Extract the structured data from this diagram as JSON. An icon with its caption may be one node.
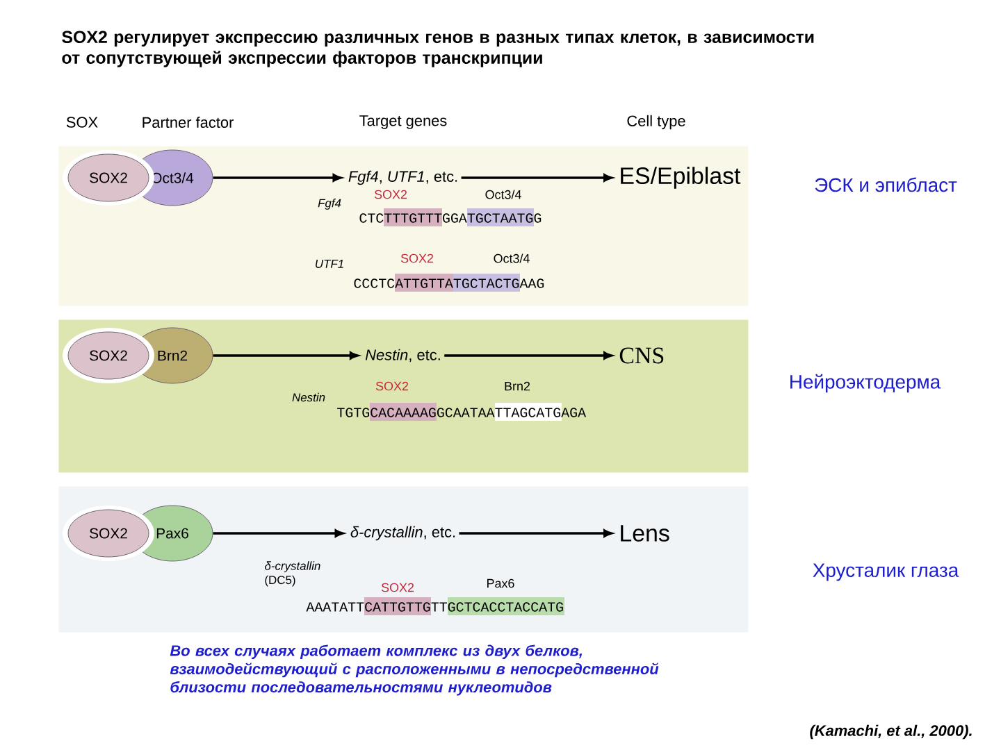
{
  "diagram": {
    "title": "SOX2 регулирует экспрессию различных генов в разных типах клеток, в зависимости от сопутствующей экспрессии факторов транскрипции",
    "caption": "Во всех случаях работает комплекс из двух белков, взаимодействующий с расположенными в непосредственной близости последовательностями нуклеотидов",
    "nodes": [
      {
        "text": [],
        "shape": "box"
      },
      {
        "text": [
          "SOX2"
        ],
        "in": 0
      },
      {
        "text": [
          "Oct3/4"
        ],
        "in": 0
      },
      {
        "text": [
          "*Fgf4*, *UTF1*, etc."
        ],
        "in": 0
      },
      {
        "text": [
          "ES/Epiblast"
        ],
        "in": 0
      },
      {
        "text": [],
        "shape": "box"
      },
      {
        "text": [
          "SOX2"
        ],
        "in": 5
      },
      {
        "text": [
          "Brn2"
        ],
        "in": 5
      },
      {
        "text": [
          "*Nestin*, etc."
        ],
        "in": 5
      },
      {
        "text": [
          "CNS"
        ],
        "in": 5
      },
      {
        "text": [],
        "shape": "box"
      },
      {
        "text": [
          "SOX2"
        ],
        "in": 10
      },
      {
        "text": [
          "Pax6"
        ],
        "in": 10
      },
      {
        "text": [
          "*δ-crystallin*, etc."
        ],
        "in": 10
      },
      {
        "text": [
          "Lens"
        ],
        "in": 10
      }
    ],
    "edges": [
      {
        "from": 2,
        "to": 3,
        "arrow": "to"
      },
      {
        "from": 3,
        "to": 4,
        "arrow": "to"
      },
      {
        "from": 7,
        "to": 8,
        "arrow": "to"
      },
      {
        "from": 8,
        "to": 9,
        "arrow": "to"
      },
      {
        "from": 12,
        "to": 13,
        "arrow": "to"
      },
      {
        "from": 13,
        "to": 14,
        "arrow": "to"
      }
    ],
    "labels": [
      "SOX",
      "Partner factor",
      "Target genes",
      "Cell type",
      "Fgf4",
      "SOX2",
      "Oct3/4",
      "CTCTTTGTTTGGATGCTAATGG",
      "UTF1",
      "SOX2",
      "Oct3/4",
      "CCCTCATTGTTATGCTACTGAAG",
      "ЭСК и эпибласт",
      "SOX2",
      "Brn2",
      "Nestin",
      "TGTGCACAAAAGGCAATAATTAGCATGAGA",
      "Нейроэктодерма",
      "*δ-crystallin* (DC5)",
      "SOX2",
      "Pax6",
      "AAATATTCATTGTTGTTGCTCACCTACCATG",
      "Хрусталик глаза",
      "(Kamachi, et al., 2000)."
    ]
  }
}
